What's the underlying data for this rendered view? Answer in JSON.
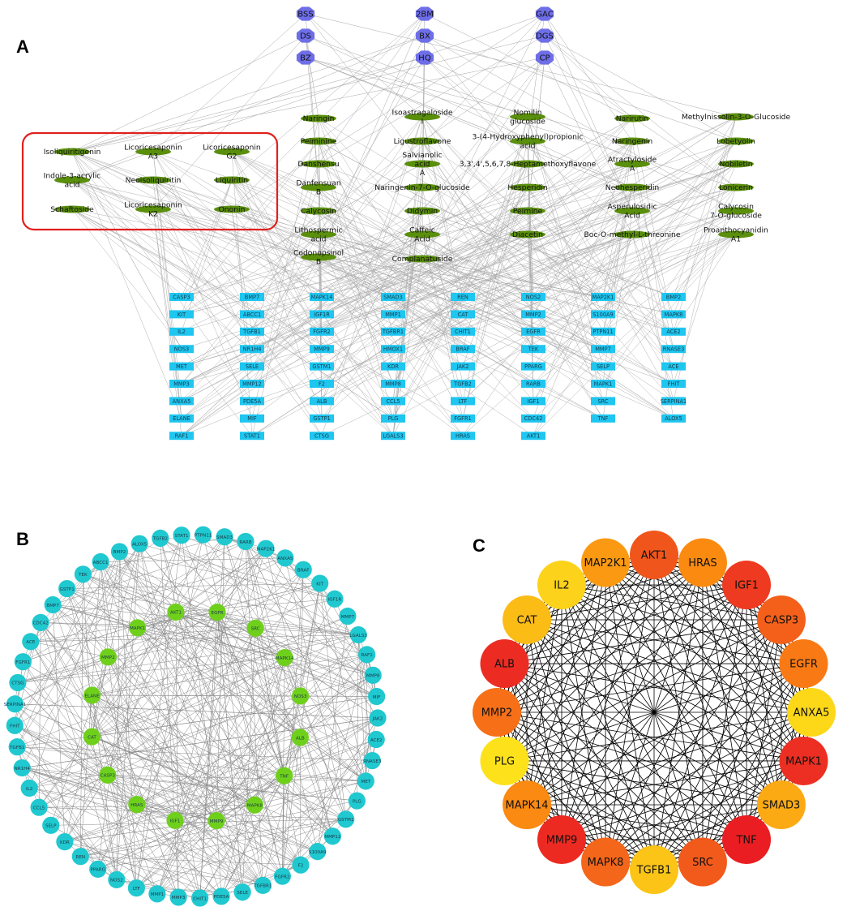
{
  "panels": {
    "a": "A",
    "b": "B",
    "c": "C"
  },
  "colors": {
    "herb_fill": "#6e6ee8",
    "compound_fill": "#5a8f0c",
    "target_fill": "#1ec6f0",
    "highlight_box": "#e0201c",
    "edge_gray": "#a8a8a8",
    "b_outer_fill": "#20c8cf",
    "b_inner_fill": "#6fd01c",
    "c_edge": "#000000"
  },
  "panel_a": {
    "herbs": [
      [
        "BSS",
        "2BM",
        "GAC"
      ],
      [
        "DS",
        "BX",
        "DGS"
      ],
      [
        "BZ",
        "HQ",
        "CP"
      ]
    ],
    "highlighted_compounds": [
      [
        "Isoliquiritigenin",
        "Licoricesaponin\nA3",
        "Licoricesaponin\nG2"
      ],
      [
        "Indole-3-acrylic\nacid",
        "Neoisoliquiritin",
        "Liquiritin"
      ],
      [
        "Schaftoside",
        "Licoricesaponin\nK2",
        "Ononin"
      ]
    ],
    "compound_columns": [
      [
        "Naringin",
        "Peiminine",
        "Danshensu",
        "Danfensuan\nB",
        "Calycosin",
        "Lithospermic\nacid",
        "Codonopsinol\nB"
      ],
      [
        "Isoastragaloside\nI",
        "Ligustroflavone",
        "Salvianolic\nacid\nA",
        "Naringenin-7-O-glucoside",
        "Didymin",
        "Caffeic\nAcid",
        "Complanatuside"
      ],
      [
        "Nomilin\nglucoside",
        "3-(4-Hydroxyphenyl)propionic\nacid",
        "3,3',4',5,6,7,8-Heptamethoxyflavone",
        "Hesperidin",
        "Peimine",
        "Diacetin"
      ],
      [
        "Narirutin",
        "Naringenin",
        "Atractyloside\nA",
        "Neohesperidin",
        "Asperulosidic\nAcid",
        "Boc-O-methyl-L-threonine"
      ],
      [
        "Methylnissolin-3-O-Glucoside",
        "Lobetyolin",
        "Nobiletin",
        "Lonicerin",
        "Calycosin\n7-O-glucoside",
        "Proanthocyanidin\nA1"
      ]
    ],
    "target_columns": [
      [
        "CASP3",
        "KIT",
        "IL2",
        "NOS3",
        "MET",
        "MMP3",
        "ANXA5",
        "ELANE",
        "RAF1"
      ],
      [
        "BMP7",
        "ABCC1",
        "TGFB1",
        "NR1H4",
        "SELE",
        "MMP12",
        "PDE5A",
        "MIF",
        "STAT1"
      ],
      [
        "MAPK14",
        "IGF1R",
        "FGFR2",
        "MMP9",
        "GSTM1",
        "F2",
        "ALB",
        "GSTP1",
        "CTSG"
      ],
      [
        "SMAD3",
        "MMP1",
        "TGFBR1",
        "HMOX1",
        "KDR",
        "MMP8",
        "CCL5",
        "PLG",
        "LGALS3"
      ],
      [
        "REN",
        "CAT",
        "CHIT1",
        "BRAF",
        "JAK2",
        "TGFB2",
        "LTF",
        "FGFR1",
        "HRAS"
      ],
      [
        "NOS2",
        "MMP2",
        "EGFR",
        "TEK",
        "PPARG",
        "RARB",
        "IGF1",
        "CDC42",
        "AKT1"
      ],
      [
        "MAP2K1",
        "S100A9",
        "PTPN11",
        "MMP7",
        "SELP",
        "MAPK1",
        "SRC",
        "TNF"
      ],
      [
        "BMP2",
        "MAPK8",
        "ACE2",
        "RNASE3",
        "ACE",
        "FHIT",
        "SERPINA1",
        "ALOX5"
      ]
    ]
  },
  "panel_b": {
    "outer_ring": [
      "STAT1",
      "PTPN11",
      "SMAD3",
      "RARB",
      "MAP2K1",
      "ANXA5",
      "BRAF",
      "KIT",
      "IGF1R",
      "MMP7",
      "LGALS3",
      "RAF1",
      "MMP8",
      "MIF",
      "JAK2",
      "ACE2",
      "RNASE3",
      "MET",
      "PLG",
      "GSTM1",
      "MMP12",
      "S100A9",
      "F2",
      "FGFR2",
      "TGFBR1",
      "SELE",
      "PDE5A",
      "CHIT1",
      "MMP3",
      "MMP1",
      "LTF",
      "NOS2",
      "PPARG",
      "REN",
      "KDR",
      "SELP",
      "CCL5",
      "IL2",
      "NR1H4",
      "TGFB1",
      "FHIT",
      "SERPINA1",
      "CTSG",
      "FGFR1",
      "ACE",
      "CDC42",
      "BMP7",
      "GSTP1",
      "TEK",
      "ABCC1",
      "BMP2",
      "ALOX5",
      "TGFB2"
    ],
    "inner_ring": [
      "EGFR",
      "SRC",
      "MAPK14",
      "NOS3",
      "ALB",
      "TNF",
      "MAPK8",
      "MMP9",
      "IGF1",
      "HRAS",
      "CASP3",
      "CAT",
      "ELANE",
      "MMP2",
      "MAPK1",
      "AKT1"
    ]
  },
  "panel_c": {
    "nodes": [
      {
        "label": "AKT1",
        "color": "#f0561c"
      },
      {
        "label": "HRAS",
        "color": "#fb8a10"
      },
      {
        "label": "IGF1",
        "color": "#ee3a20"
      },
      {
        "label": "CASP3",
        "color": "#f4601a"
      },
      {
        "label": "EGFR",
        "color": "#f97a14"
      },
      {
        "label": "ANXA5",
        "color": "#fcd818"
      },
      {
        "label": "MAPK1",
        "color": "#ec2f22"
      },
      {
        "label": "SMAD3",
        "color": "#fcaa14"
      },
      {
        "label": "TNF",
        "color": "#ea1e22"
      },
      {
        "label": "SRC",
        "color": "#f25a1c"
      },
      {
        "label": "TGFB1",
        "color": "#fcc416"
      },
      {
        "label": "MAPK8",
        "color": "#f4661a"
      },
      {
        "label": "MMP9",
        "color": "#ec2a22"
      },
      {
        "label": "MAPK14",
        "color": "#fa8a12"
      },
      {
        "label": "PLG",
        "color": "#fde11a"
      },
      {
        "label": "MMP2",
        "color": "#f77018"
      },
      {
        "label": "ALB",
        "color": "#ec2c22"
      },
      {
        "label": "CAT",
        "color": "#fcbc16"
      },
      {
        "label": "IL2",
        "color": "#fdd21a"
      },
      {
        "label": "MAP2K1",
        "color": "#fb9a12"
      }
    ]
  }
}
